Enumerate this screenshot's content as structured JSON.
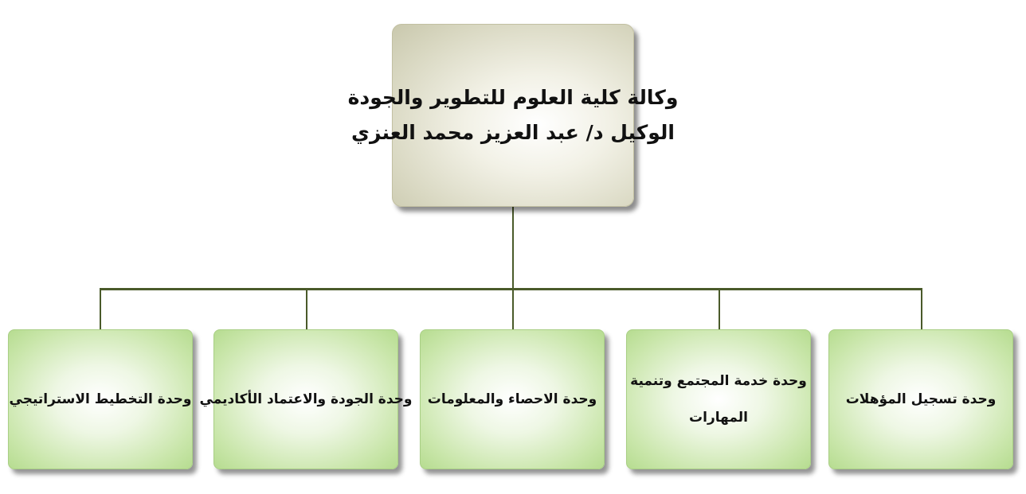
{
  "head": {
    "line1": "وكالة كلية العلوم للتطوير والجودة",
    "line2": "الوكيل د/ عبد العزيز محمد العنزي"
  },
  "units": [
    {
      "line1": "وحدة التخطيط الاستراتيجي",
      "line2": ""
    },
    {
      "line1": "وحدة الجودة والاعتماد الأكاديمي",
      "line2": ""
    },
    {
      "line1": "وحدة الاحصاء والمعلومات",
      "line2": ""
    },
    {
      "line1": "وحدة خدمة المجتمع وتنمية",
      "line2": "المهارات"
    },
    {
      "line1": "وحدة تسجيل المؤهلات",
      "line2": ""
    }
  ],
  "colors": {
    "connector": "#4a5a2a",
    "head_fill": "#d9d8c2",
    "unit_fill": "#c9e6aa"
  }
}
